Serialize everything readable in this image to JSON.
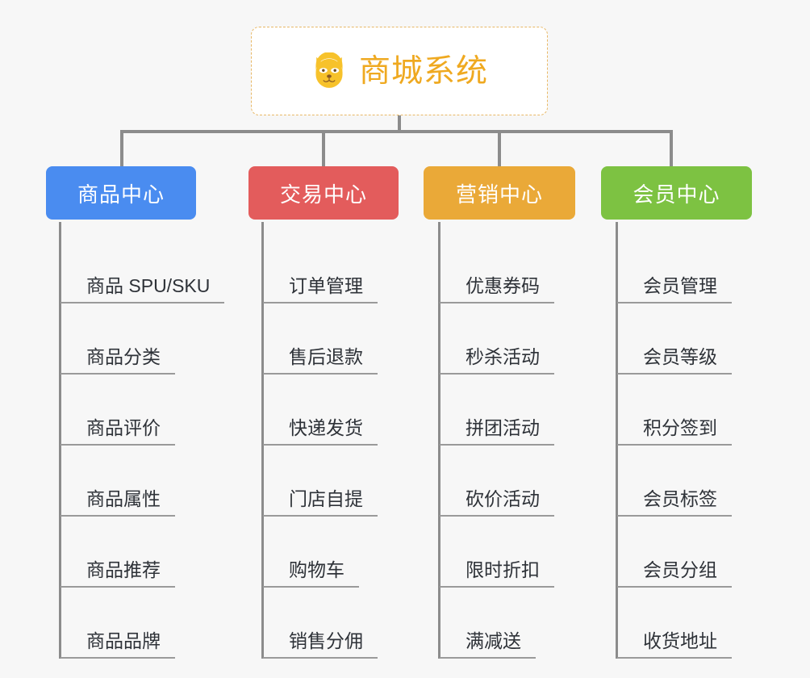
{
  "background_color": "#f7f7f7",
  "root": {
    "title": "商城系统",
    "icon": "shiba-dog-face-icon",
    "title_color": "#efa920",
    "border_color": "#e8b866",
    "background_color": "#ffffff"
  },
  "connector_color": "#8c8c8c",
  "branches": [
    {
      "label": "商品中心",
      "color": "#4a8cf0",
      "items": [
        "商品 SPU/SKU",
        "商品分类",
        "商品评价",
        "商品属性",
        "商品推荐",
        "商品品牌"
      ]
    },
    {
      "label": "交易中心",
      "color": "#e35c5c",
      "items": [
        "订单管理",
        "售后退款",
        "快递发货",
        "门店自提",
        "购物车",
        "销售分佣"
      ]
    },
    {
      "label": "营销中心",
      "color": "#eaa938",
      "items": [
        "优惠券码",
        "秒杀活动",
        "拼团活动",
        "砍价活动",
        "限时折扣",
        "满减送"
      ]
    },
    {
      "label": "会员中心",
      "color": "#7dc242",
      "items": [
        "会员管理",
        "会员等级",
        "积分签到",
        "会员标签",
        "会员分组",
        "收货地址"
      ]
    }
  ]
}
